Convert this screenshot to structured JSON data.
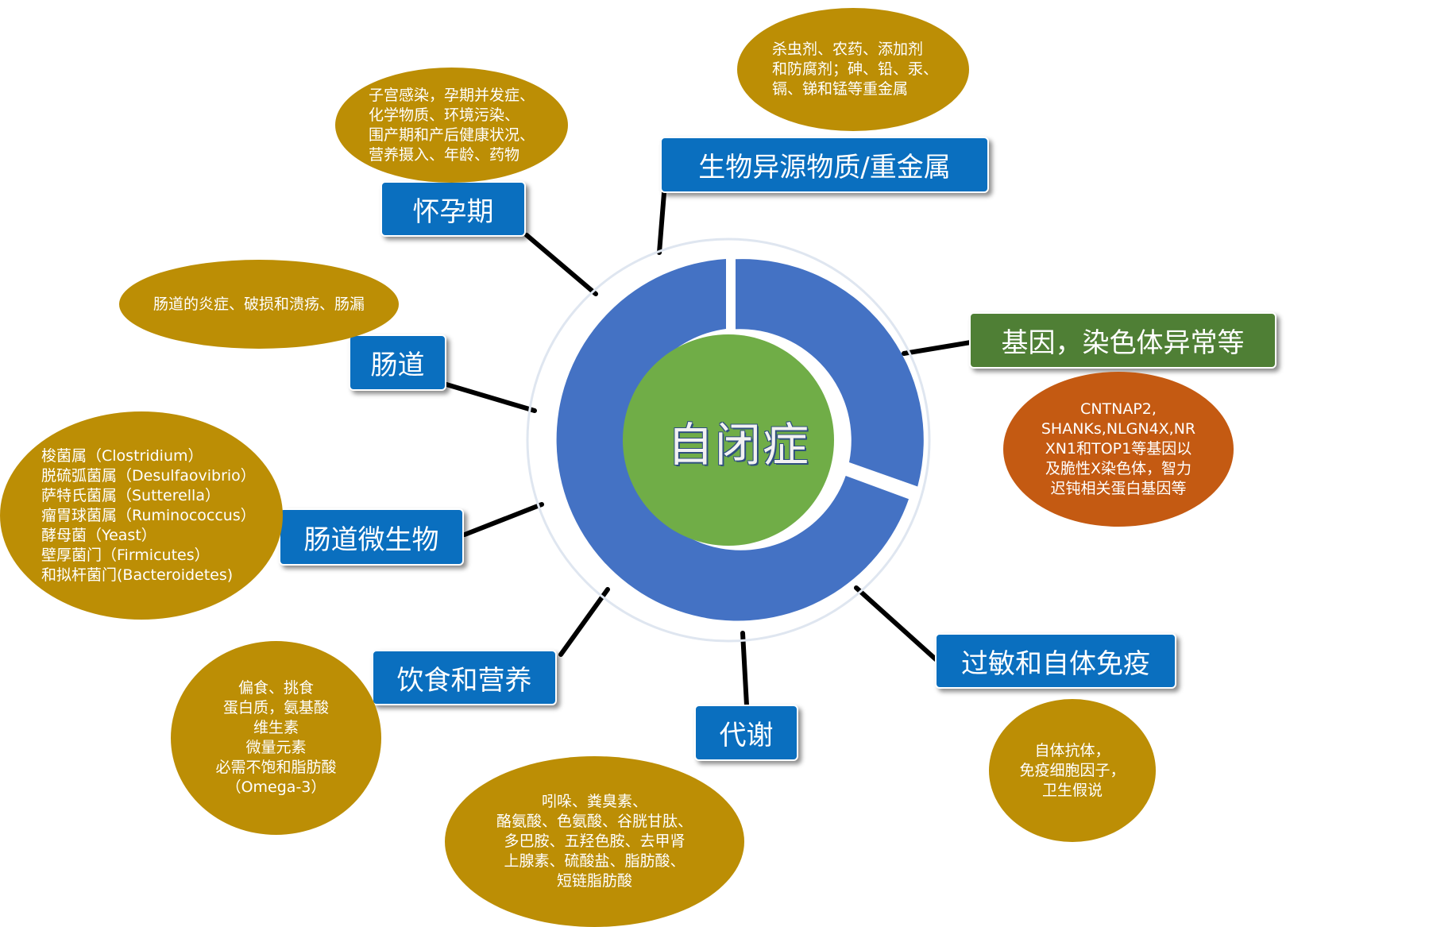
{
  "center": {
    "label": "自闭症"
  },
  "nodes": {
    "pregnancy": "怀孕期",
    "xenobiotic": "生物异源物质/重金属",
    "gene": "基因，染色体异常等",
    "intestine": "肠道",
    "microbiome": "肠道微生物",
    "diet": "饮食和营养",
    "metabolism": "代谢",
    "immunity": "过敏和自体免疫"
  },
  "bubbles": {
    "pregnancy": [
      "子宫感染，孕期并发症、",
      "化学物质、环境污染、",
      "围产期和产后健康状况、",
      "营养摄入、年龄、药物"
    ],
    "xenobiotic": [
      "杀虫剂、农药、添加剂",
      "和防腐剂；砷、铅、汞、",
      "镉、锑和锰等重金属"
    ],
    "intestine": [
      "肠道的炎症、破损和溃疡、肠漏"
    ],
    "gene": [
      "CNTNAP2,",
      "SHANKs,NLGN4X,NR",
      "XN1和TOP1等基因以",
      "及脆性X染色体，智力",
      "迟钝相关蛋白基因等"
    ],
    "microbiome": [
      "梭菌属（Clostridium）",
      "脱硫弧菌属（Desulfaovibrio）",
      "萨特氏菌属（Sutterella）",
      "瘤胃球菌属（Ruminococcus）",
      "酵母菌（Yeast）",
      "壁厚菌门（Firmicutes）",
      "和拟杆菌门(Bacteroidetes)"
    ],
    "diet": [
      "偏食、挑食",
      "蛋白质，氨基酸",
      "维生素",
      "微量元素",
      "必需不饱和脂肪酸",
      "（Omega-3）"
    ],
    "metabolism": [
      "吲哚、粪臭素、",
      "酪氨酸、色氨酸、谷胱甘肽、",
      "多巴胺、五羟色胺、去甲肾",
      "上腺素、硫酸盐、脂肪酸、",
      "短链脂肪酸"
    ],
    "immunity": [
      "自体抗体，",
      "免疫细胞因子，",
      "卫生假说"
    ]
  },
  "colors": {
    "ring": "#4472c4",
    "center": "#70ad47",
    "node_blue": "#0a6fbf",
    "node_green": "#4f7f35",
    "bubble_gold": "#bc8e05",
    "bubble_orange": "#c45a12"
  }
}
